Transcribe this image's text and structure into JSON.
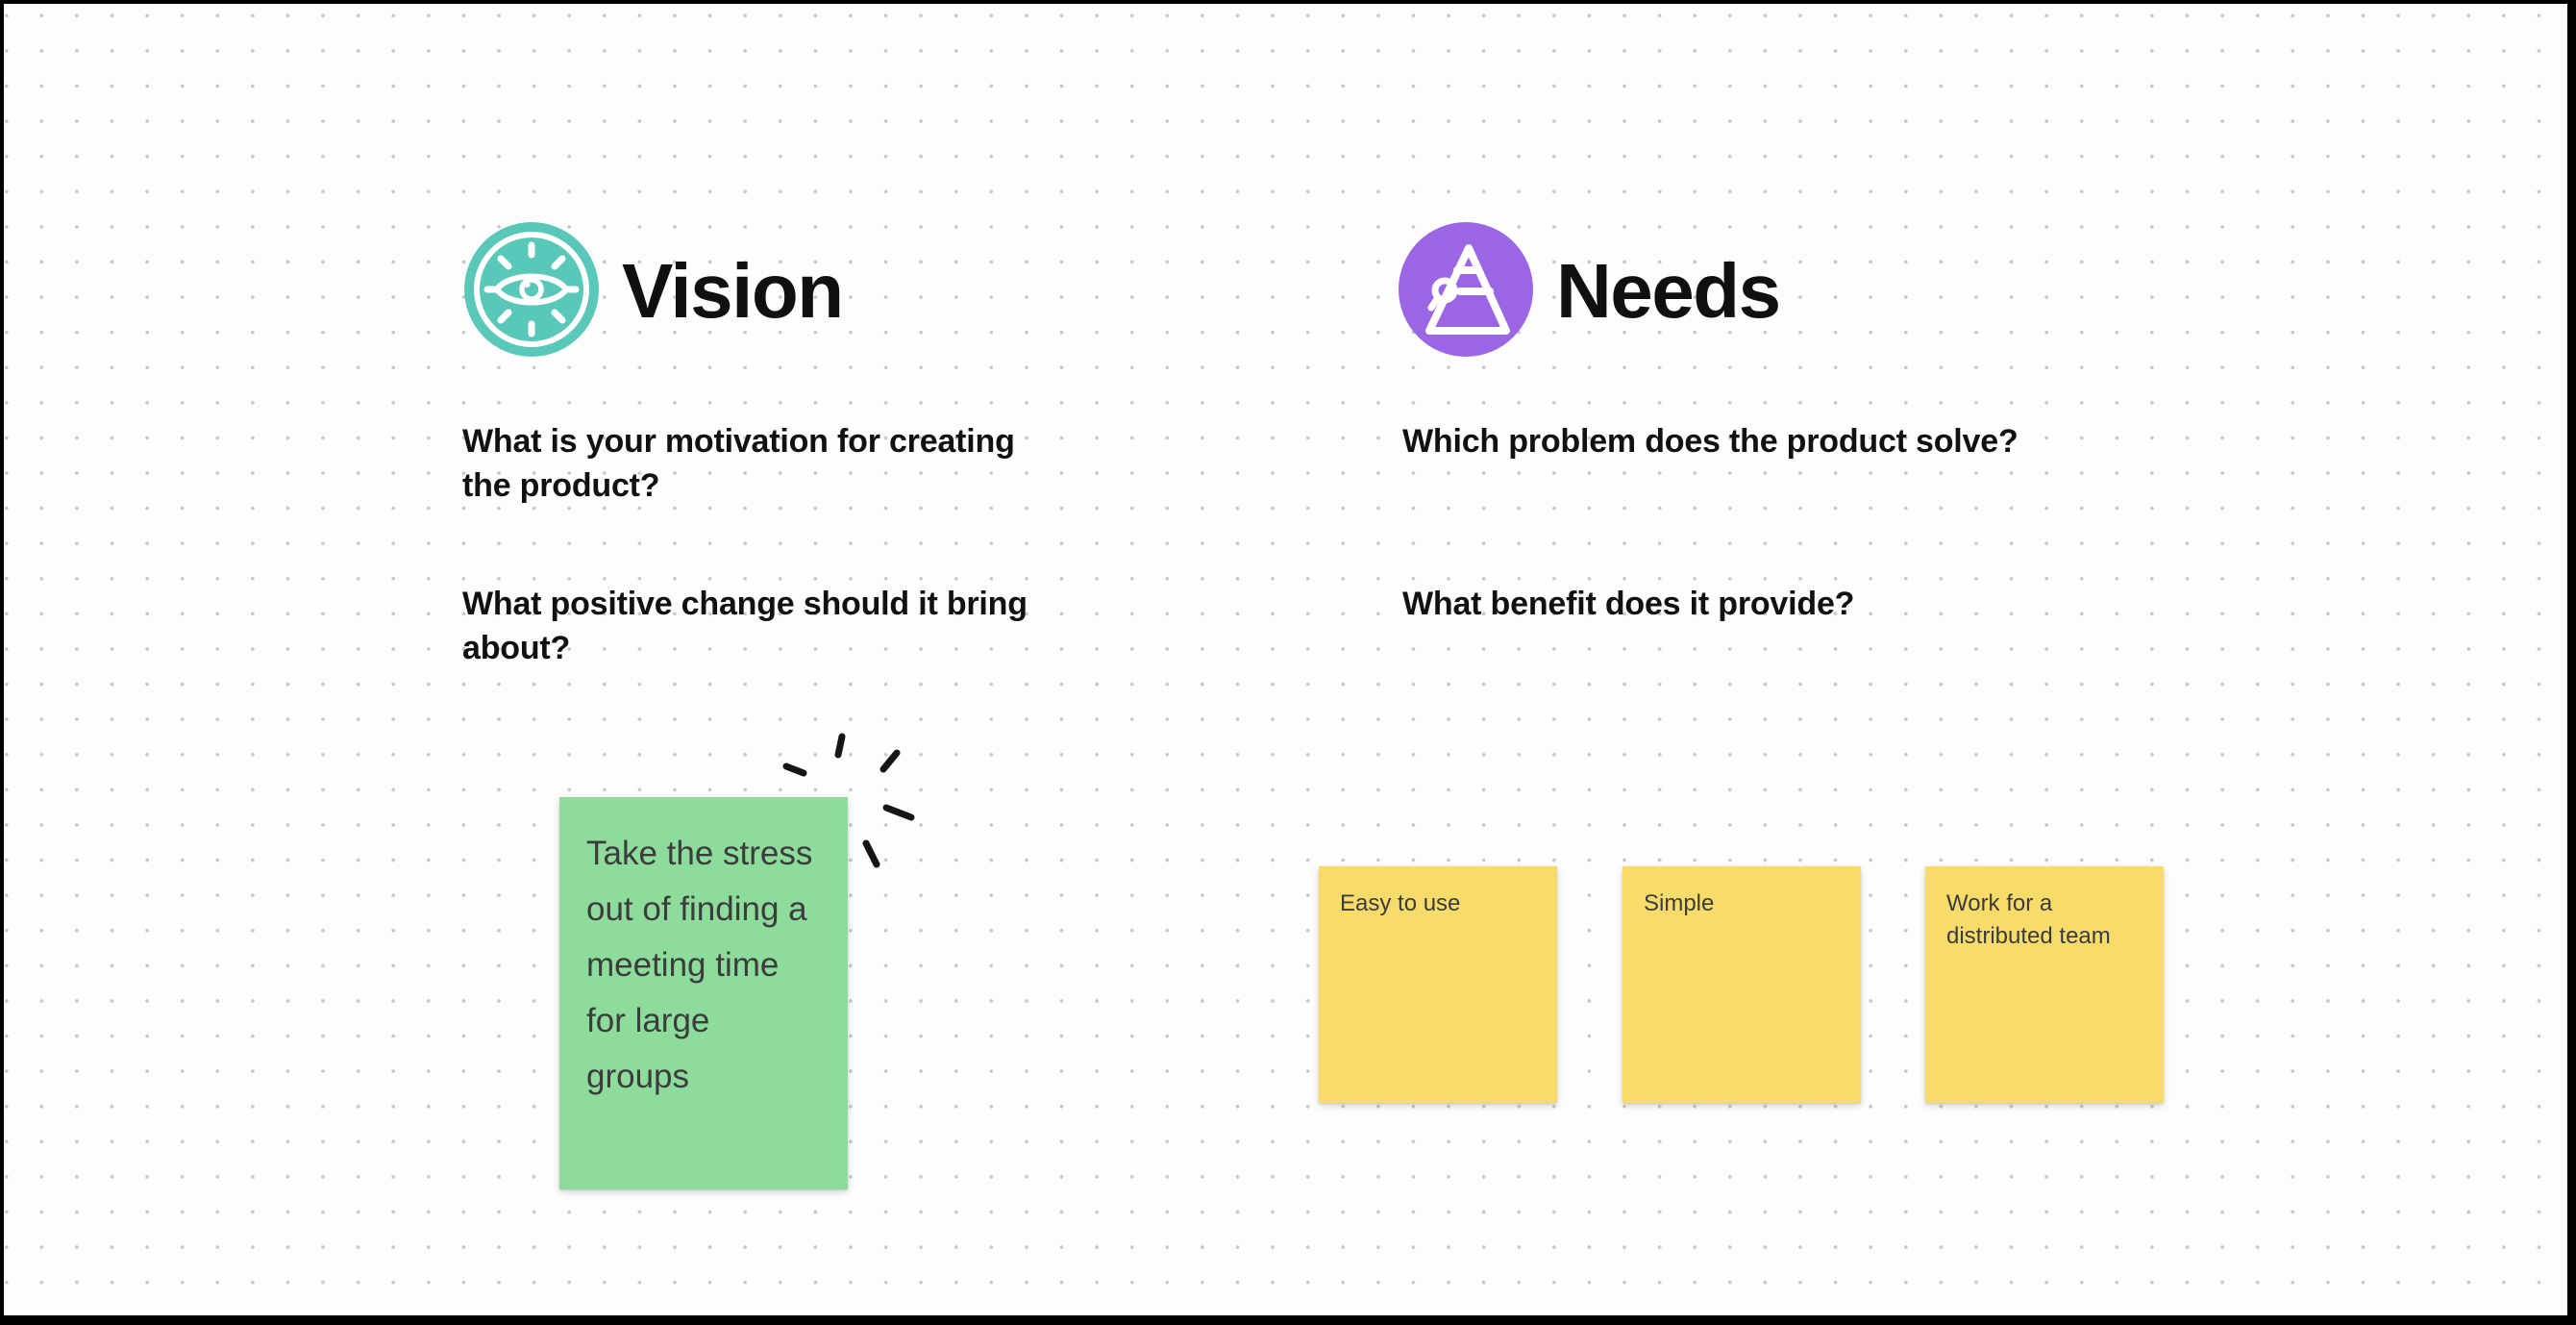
{
  "board": {
    "background_color": "#FDFDFD",
    "dot_color": "#C8C8C8",
    "border_color": "#000000"
  },
  "sections": {
    "vision": {
      "title": "Vision",
      "icon": "eye-sun-icon",
      "icon_bg_color": "#5AC8B8",
      "questions": {
        "q1": "What is your motivation for creating the product?",
        "q2": "What positive change should it bring about?"
      },
      "stickies": [
        {
          "text": "Take the stress out of finding a meeting time for large groups",
          "color": "#8DDC9B"
        }
      ]
    },
    "needs": {
      "title": "Needs",
      "icon": "pyramid-magnifier-icon",
      "icon_bg_color": "#9A66E4",
      "questions": {
        "q1": "Which problem does the product solve?",
        "q2": "What benefit does it provide?"
      },
      "stickies": [
        {
          "text": "Easy to use",
          "color": "#F8DC6B"
        },
        {
          "text": "Simple",
          "color": "#F8DC6B"
        },
        {
          "text": "Work for a distributed team",
          "color": "#F8DC6B"
        }
      ]
    }
  },
  "decorations": [
    {
      "name": "sparkle-doodle",
      "color": "#151515"
    }
  ]
}
